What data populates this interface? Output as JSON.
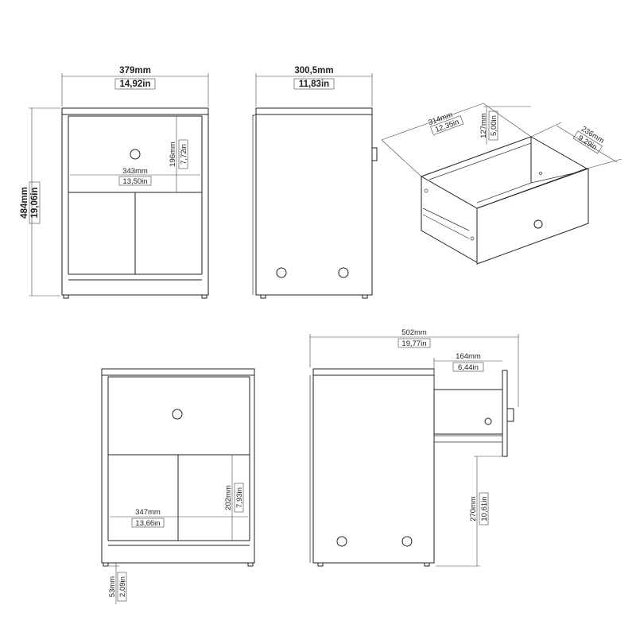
{
  "front": {
    "width_mm": "379mm",
    "width_in": "14,92in",
    "height_mm": "484mm",
    "height_in": "19,06in",
    "drawer_inner_w_mm": "343mm",
    "drawer_inner_w_in": "13,50in",
    "drawer_h_mm": "196mm",
    "drawer_h_in": "7,72in"
  },
  "side": {
    "depth_mm": "300,5mm",
    "depth_in": "11,83in"
  },
  "drawer_iso": {
    "length_mm": "314mm",
    "length_in": "12,35in",
    "height_mm": "127mm",
    "height_in": "5,00in",
    "width_mm": "236mm",
    "width_in": "9,29in"
  },
  "front_open": {
    "shelf_w_mm": "347mm",
    "shelf_w_in": "13,66in",
    "shelf_h_mm": "202mm",
    "shelf_h_in": "7,93in",
    "leg_h_mm": "53mm",
    "leg_h_in": "2,09in"
  },
  "side_open": {
    "total_depth_mm": "502mm",
    "total_depth_in": "19,77in",
    "extension_mm": "164mm",
    "extension_in": "6,44in",
    "drawer_height_mm": "270mm",
    "drawer_height_in": "10,61in"
  }
}
